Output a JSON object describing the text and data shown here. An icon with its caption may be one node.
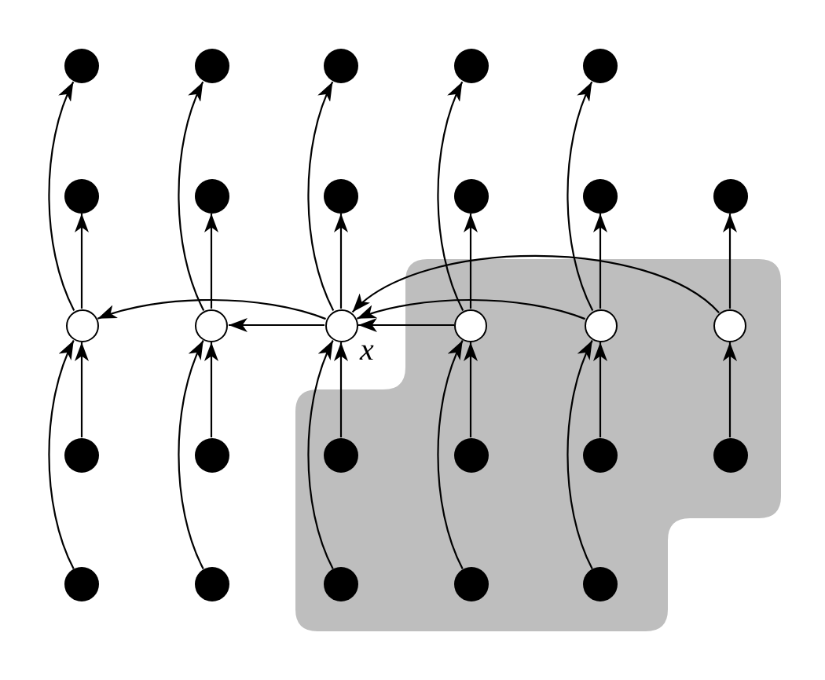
{
  "diagram": {
    "nodes": [
      {
        "text": [],
        "shape": "region"
      },
      {
        "text": [],
        "shape": "dot"
      },
      {
        "text": [],
        "shape": "dot"
      },
      {
        "text": [],
        "shape": "dot"
      },
      {
        "text": [],
        "shape": "dot"
      },
      {
        "text": [],
        "shape": "dot"
      },
      {
        "text": [],
        "shape": "dot"
      },
      {
        "text": [],
        "shape": "dot"
      },
      {
        "text": [],
        "shape": "dot"
      },
      {
        "text": [],
        "shape": "dot"
      },
      {
        "text": [],
        "shape": "dot"
      },
      {
        "text": [],
        "shape": "dot"
      },
      {
        "text": [],
        "shape": "circle"
      },
      {
        "text": [],
        "shape": "circle"
      },
      {
        "text": [],
        "shape": "circle",
        "beside": [
          "x"
        ]
      },
      {
        "text": [],
        "shape": "circle",
        "in": 0
      },
      {
        "text": [],
        "shape": "circle",
        "in": 0
      },
      {
        "text": [],
        "shape": "circle",
        "in": 0
      },
      {
        "text": [],
        "shape": "dot"
      },
      {
        "text": [],
        "shape": "dot"
      },
      {
        "text": [],
        "shape": "dot",
        "in": 0
      },
      {
        "text": [],
        "shape": "dot",
        "in": 0
      },
      {
        "text": [],
        "shape": "dot",
        "in": 0
      },
      {
        "text": [],
        "shape": "dot",
        "in": 0
      },
      {
        "text": [],
        "shape": "dot"
      },
      {
        "text": [],
        "shape": "dot"
      },
      {
        "text": [],
        "shape": "dot",
        "in": 0
      },
      {
        "text": [],
        "shape": "dot",
        "in": 0
      },
      {
        "text": [],
        "shape": "dot",
        "in": 0
      }
    ],
    "edges": [
      {
        "from": 12,
        "to": 1,
        "arrow": "to"
      },
      {
        "from": 12,
        "to": 6,
        "arrow": "to"
      },
      {
        "from": 18,
        "to": 12,
        "arrow": "to"
      },
      {
        "from": 24,
        "to": 12,
        "arrow": "to"
      },
      {
        "from": 13,
        "to": 2,
        "arrow": "to"
      },
      {
        "from": 13,
        "to": 7,
        "arrow": "to"
      },
      {
        "from": 19,
        "to": 13,
        "arrow": "to"
      },
      {
        "from": 25,
        "to": 13,
        "arrow": "to"
      },
      {
        "from": 14,
        "to": 3,
        "arrow": "to"
      },
      {
        "from": 14,
        "to": 8,
        "arrow": "to"
      },
      {
        "from": 20,
        "to": 14,
        "arrow": "to"
      },
      {
        "from": 26,
        "to": 14,
        "arrow": "to"
      },
      {
        "from": 15,
        "to": 4,
        "arrow": "to"
      },
      {
        "from": 15,
        "to": 9,
        "arrow": "to"
      },
      {
        "from": 21,
        "to": 15,
        "arrow": "to"
      },
      {
        "from": 27,
        "to": 15,
        "arrow": "to"
      },
      {
        "from": 16,
        "to": 5,
        "arrow": "to"
      },
      {
        "from": 16,
        "to": 10,
        "arrow": "to"
      },
      {
        "from": 22,
        "to": 16,
        "arrow": "to"
      },
      {
        "from": 28,
        "to": 16,
        "arrow": "to"
      },
      {
        "from": 17,
        "to": 11,
        "arrow": "to"
      },
      {
        "from": 23,
        "to": 17,
        "arrow": "to"
      },
      {
        "from": 14,
        "to": 12,
        "arrow": "to"
      },
      {
        "from": 14,
        "to": 13,
        "arrow": "to"
      },
      {
        "from": 15,
        "to": 14,
        "arrow": "to"
      },
      {
        "from": 16,
        "to": 14,
        "arrow": "to"
      },
      {
        "from": 17,
        "to": 14,
        "arrow": "to"
      }
    ]
  }
}
